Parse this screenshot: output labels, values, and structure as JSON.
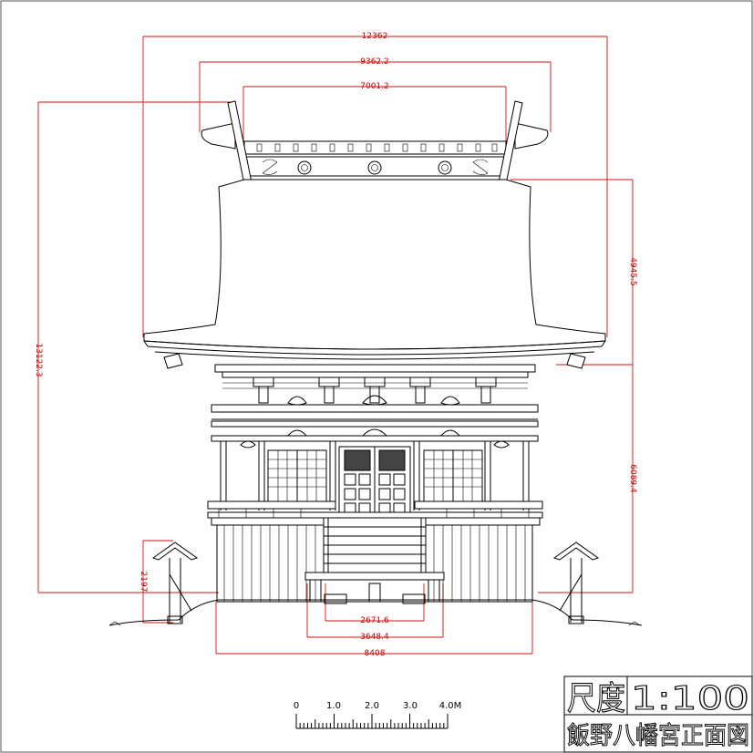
{
  "dimensions": {
    "roof_total_width": "12362",
    "roof_mid_width": "9362.2",
    "ridge_width": "7001.2",
    "total_height": "13122.3",
    "roof_height": "4945.5",
    "body_height": "6089.4",
    "fence_height": "2197",
    "door_width": "2671.6",
    "stair_width": "3648.4",
    "base_width": "8408"
  },
  "scale_bar": {
    "ticks": [
      "0",
      "1.0",
      "2.0",
      "3.0",
      "4.0M"
    ]
  },
  "title_block": {
    "scale_label": "尺度",
    "scale_value": "1:100",
    "drawing_title": "飯野八幡宮正面図"
  }
}
